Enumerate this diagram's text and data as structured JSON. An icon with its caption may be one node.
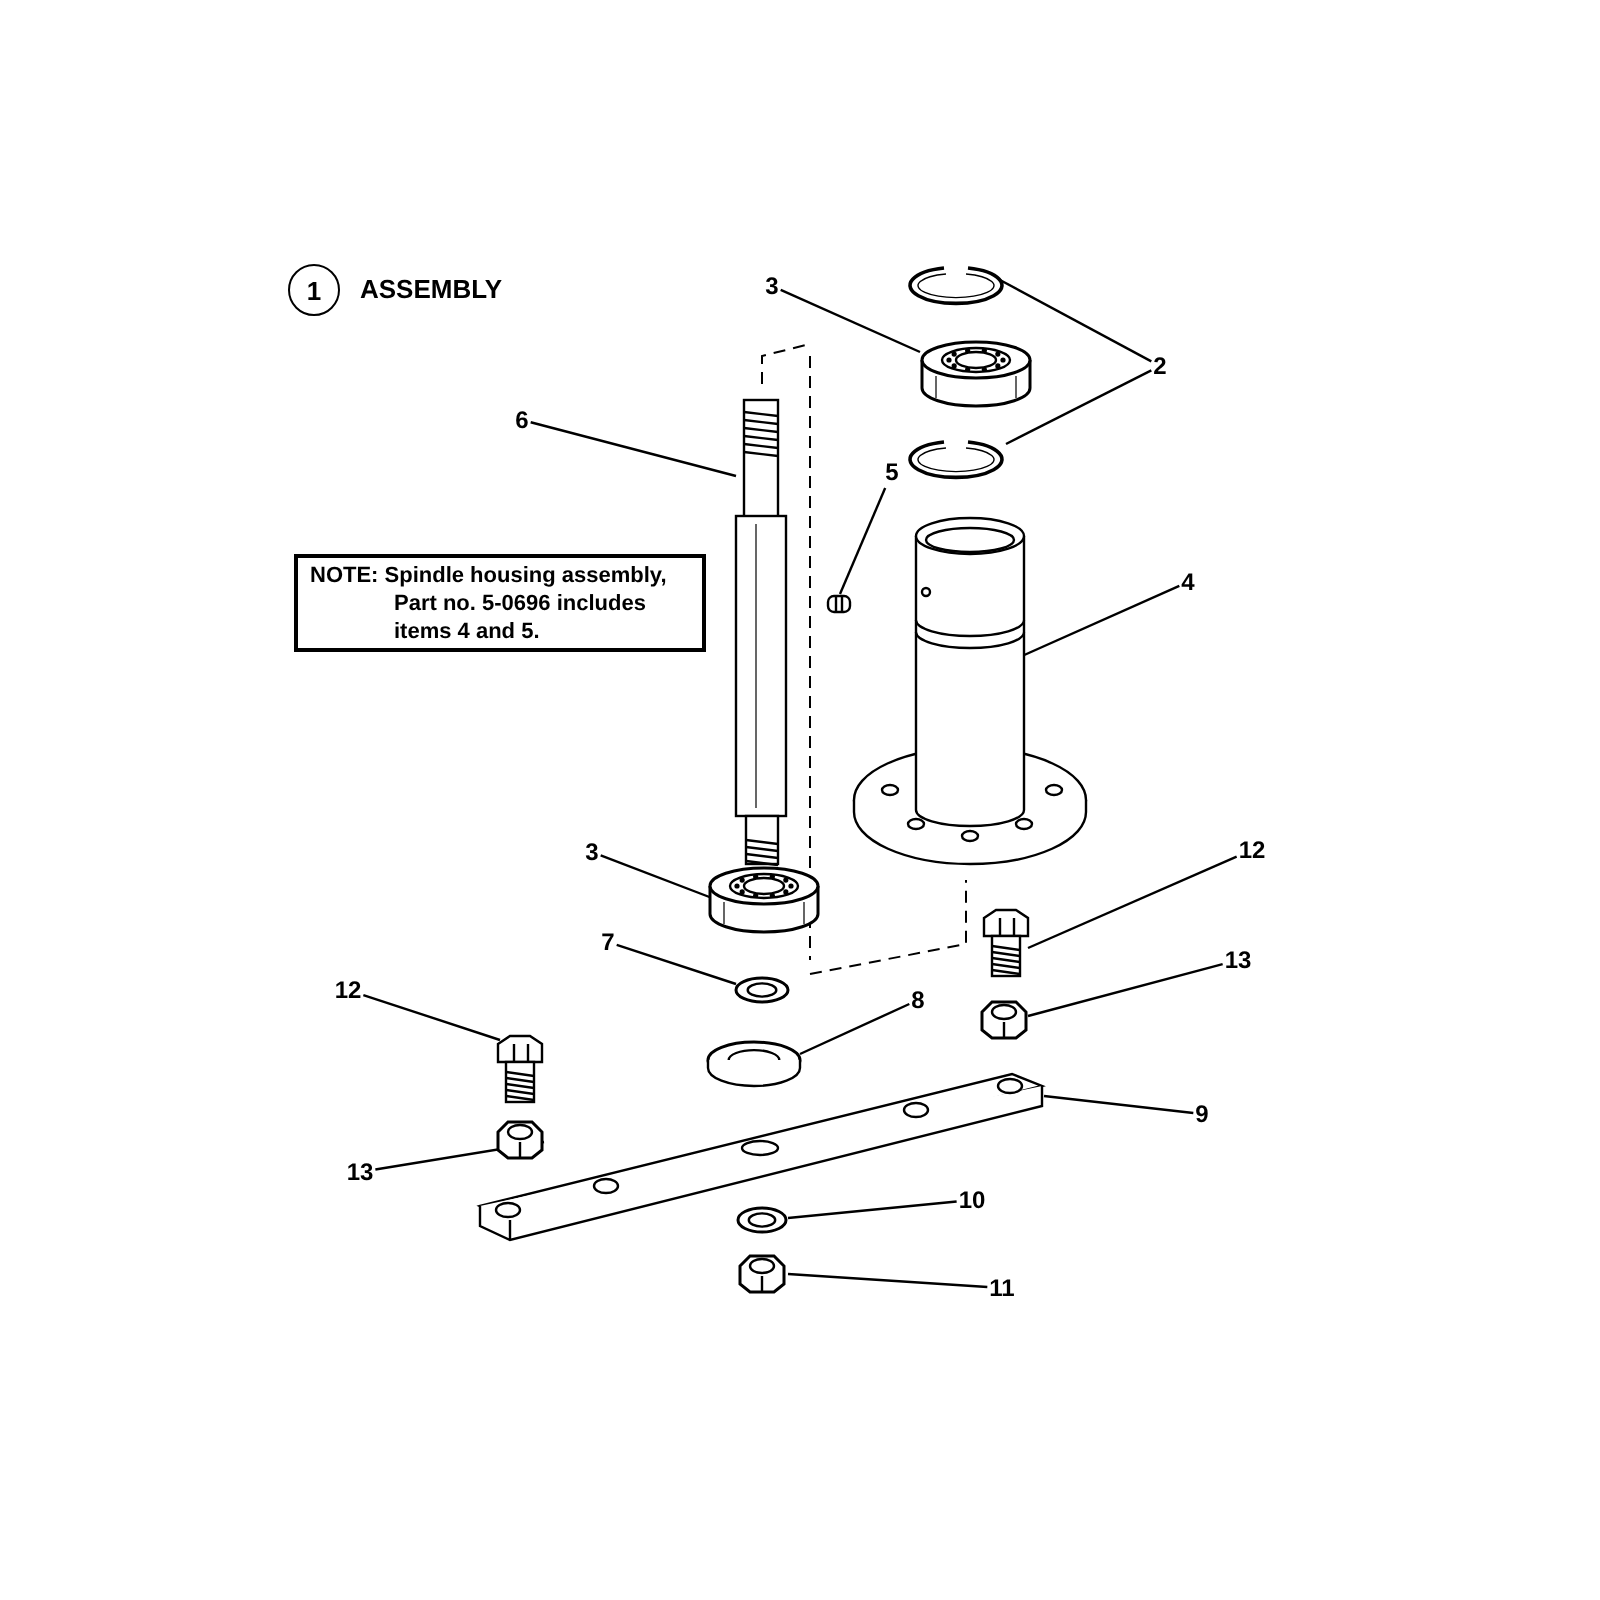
{
  "diagram": {
    "nodes": [
      {
        "text": [
          "1"
        ],
        "beside": [
          "ASSEMBLY"
        ]
      },
      {
        "text": [
          "NOTE: Spindle housing assembly, Part no. 5-0696 includes items 4 and 5."
        ]
      },
      {
        "text": [
          "3"
        ]
      },
      {
        "text": [
          "2"
        ]
      },
      {
        "text": [
          "6"
        ]
      },
      {
        "text": [
          "5"
        ]
      },
      {
        "text": [
          "4"
        ]
      },
      {
        "text": [
          "3"
        ]
      },
      {
        "text": [
          "7"
        ]
      },
      {
        "text": [
          "12"
        ]
      },
      {
        "text": [
          "8"
        ]
      },
      {
        "text": [
          "12"
        ]
      },
      {
        "text": [
          "13"
        ]
      },
      {
        "text": [
          "9"
        ]
      },
      {
        "text": [
          "13"
        ]
      },
      {
        "text": [
          "10"
        ]
      },
      {
        "text": [
          "11"
        ]
      },
      {
        "text": [],
        "shape": "picture"
      },
      {
        "text": [],
        "shape": "picture"
      },
      {
        "text": [],
        "shape": "picture"
      },
      {
        "text": [],
        "shape": "picture"
      },
      {
        "text": [],
        "shape": "picture"
      },
      {
        "text": [],
        "shape": "picture"
      },
      {
        "text": [],
        "shape": "picture"
      },
      {
        "text": [],
        "shape": "picture"
      },
      {
        "text": [],
        "shape": "picture"
      },
      {
        "text": [],
        "shape": "picture"
      },
      {
        "text": [],
        "shape": "picture"
      },
      {
        "text": [],
        "shape": "picture"
      },
      {
        "text": [],
        "shape": "picture"
      },
      {
        "text": [],
        "shape": "picture"
      },
      {
        "text": [],
        "shape": "picture"
      },
      {
        "text": [],
        "shape": "picture"
      }
    ],
    "edges": [
      {
        "from": 2,
        "to": 18,
        "arrow": "none"
      },
      {
        "from": 3,
        "to": 17,
        "arrow": "none"
      },
      {
        "from": 3,
        "to": 19,
        "arrow": "none"
      },
      {
        "from": 4,
        "to": 20,
        "arrow": "none"
      },
      {
        "from": 5,
        "to": 21,
        "arrow": "none"
      },
      {
        "from": 6,
        "to": 22,
        "arrow": "none"
      },
      {
        "from": 7,
        "to": 23,
        "arrow": "none"
      },
      {
        "from": 8,
        "to": 24,
        "arrow": "none"
      },
      {
        "from": 9,
        "to": 25,
        "arrow": "none"
      },
      {
        "from": 10,
        "to": 26,
        "arrow": "none"
      },
      {
        "from": 11,
        "to": 28,
        "arrow": "none"
      },
      {
        "from": 12,
        "to": 27,
        "arrow": "none"
      },
      {
        "from": 13,
        "to": 29,
        "arrow": "none"
      },
      {
        "from": 14,
        "to": 30,
        "arrow": "none"
      },
      {
        "from": 15,
        "to": 31,
        "arrow": "none"
      },
      {
        "from": 16,
        "to": 32,
        "arrow": "none"
      }
    ]
  }
}
